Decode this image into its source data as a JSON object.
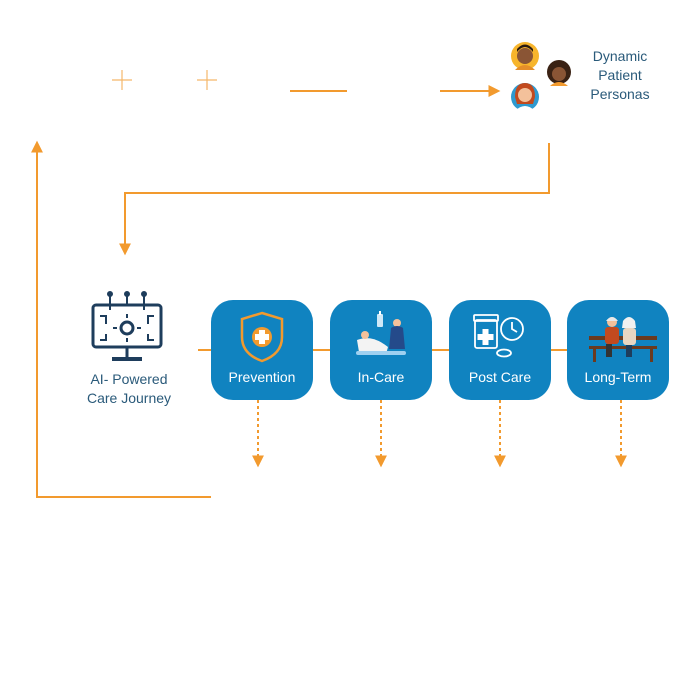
{
  "personas": {
    "label_line1": "Dynamic",
    "label_line2": "Patient",
    "label_line3": "Personas"
  },
  "ai_journey": {
    "label_line1": "AI- Powered",
    "label_line2": "Care Journey"
  },
  "stages": [
    {
      "label": "Prevention"
    },
    {
      "label": "In-Care"
    },
    {
      "label": "Post Care"
    },
    {
      "label": "Long-Term"
    }
  ],
  "colors": {
    "accent_orange": "#f29a2e",
    "stage_blue": "#1083c0",
    "icon_navy": "#1e3d5c",
    "text_blue": "#2a5a7a"
  }
}
